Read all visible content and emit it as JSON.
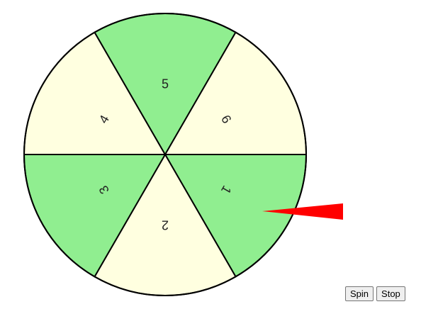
{
  "wheel": {
    "segments": [
      {
        "label": "1",
        "color": "#90ee90"
      },
      {
        "label": "2",
        "color": "#ffffe0"
      },
      {
        "label": "3",
        "color": "#90ee90"
      },
      {
        "label": "4",
        "color": "#ffffe0"
      },
      {
        "label": "5",
        "color": "#90ee90"
      },
      {
        "label": "6",
        "color": "#ffffe0"
      }
    ],
    "outline_color": "#000000",
    "pointer_color": "#ff0000"
  },
  "controls": {
    "spin_label": "Spin",
    "stop_label": "Stop"
  }
}
